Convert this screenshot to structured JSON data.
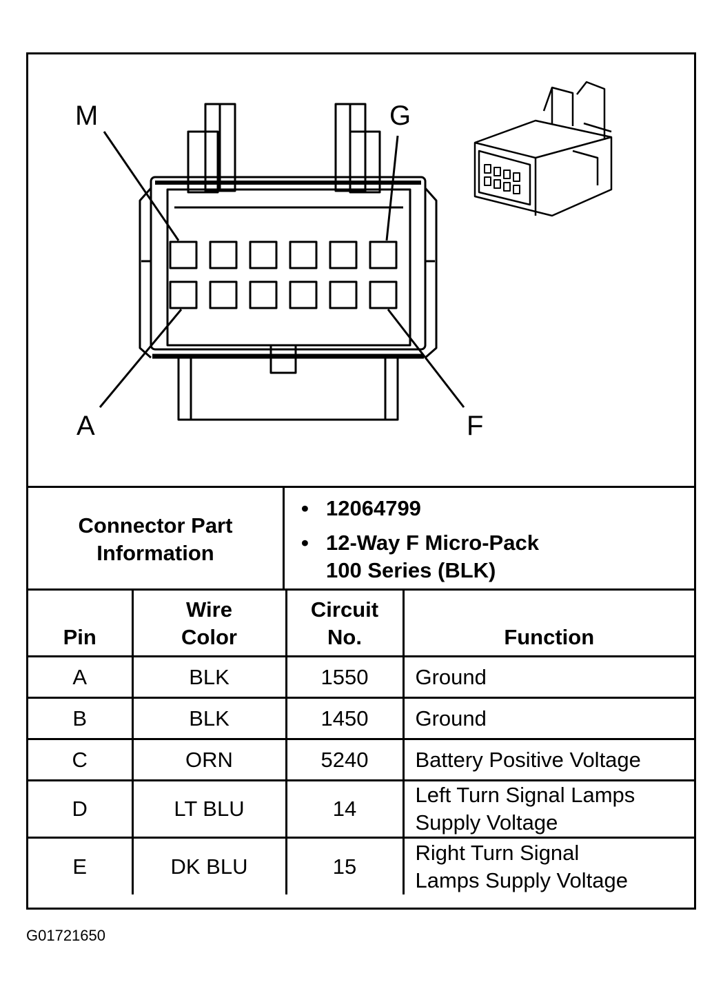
{
  "diagram": {
    "pin_callouts": [
      "M",
      "G",
      "A",
      "F"
    ]
  },
  "connector_info": {
    "label": "Connector Part Information",
    "bullet": "•",
    "part_number": "12064799",
    "description": "12-Way F Micro-Pack\n100 Series (BLK)"
  },
  "pin_table": {
    "headers": {
      "pin": "Pin",
      "wire_color": "Wire Color",
      "circuit_no": "Circuit No.",
      "function": "Function"
    },
    "rows": [
      {
        "pin": "A",
        "wire_color": "BLK",
        "circuit_no": "1550",
        "function": "Ground"
      },
      {
        "pin": "B",
        "wire_color": "BLK",
        "circuit_no": "1450",
        "function": "Ground"
      },
      {
        "pin": "C",
        "wire_color": "ORN",
        "circuit_no": "5240",
        "function": "Battery Positive Voltage"
      },
      {
        "pin": "D",
        "wire_color": "LT BLU",
        "circuit_no": "14",
        "function": "Left Turn Signal Lamps\nSupply Voltage"
      },
      {
        "pin": "E",
        "wire_color": "DK BLU",
        "circuit_no": "15",
        "function": "Right Turn Signal\nLamps Supply Voltage"
      }
    ]
  },
  "footer": {
    "figure_code": "G01721650"
  }
}
